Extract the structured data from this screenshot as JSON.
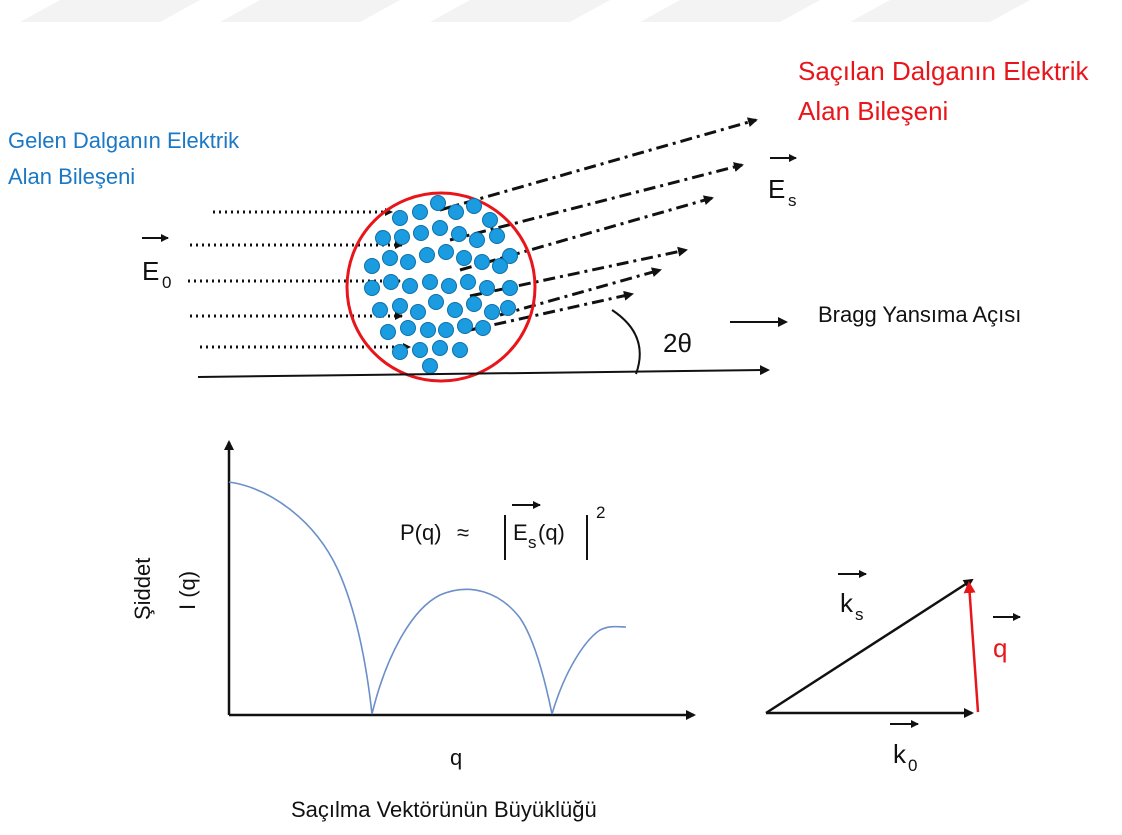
{
  "colors": {
    "incident_label": "#1b78c4",
    "scattered_label": "#e8161b",
    "particle_circle": "#e8161b",
    "particle_fill": "#1b9be0",
    "curve": "#6b8fc9",
    "ink": "#111111",
    "q_vector": "#e8161b"
  },
  "top_diagram": {
    "incident_label_line1": "Gelen Dalganın Elektrik",
    "incident_label_line2": "Alan Bileşeni",
    "scattered_label_line1": "Saçılan Dalganın Elektrik",
    "scattered_label_line2": "Alan Bileşeni",
    "e0_symbol": "E",
    "e0_subscript": "0",
    "es_symbol": "E",
    "es_subscript": "s",
    "angle_label": "2θ",
    "bragg_label": "Bragg Yansıma Açısı"
  },
  "plot": {
    "y_label_outer": "Şiddet",
    "y_label_inner": "I (q)",
    "x_label": "q",
    "x_caption": "Saçılma Vektörünün Büyüklüğü",
    "formula_left": "P(q)",
    "formula_approx": "≈",
    "formula_E": "E",
    "formula_E_sub": "s",
    "formula_arg": "(q)",
    "formula_power": "2"
  },
  "vector_triangle": {
    "ks_symbol": "k",
    "ks_subscript": "s",
    "k0_symbol": "k",
    "k0_subscript": "0",
    "q_symbol": "q"
  }
}
